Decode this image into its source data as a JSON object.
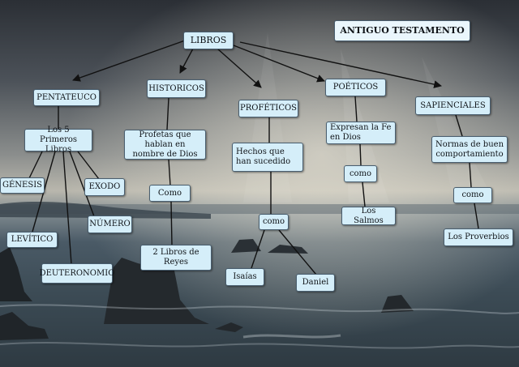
{
  "colors": {
    "node_fill": "#d5eef9",
    "node_border": "#4a5f70",
    "connector": "#111111"
  },
  "concept_map": {
    "title": "ANTIGUO TESTAMENTO",
    "root": "LIBROS",
    "pentateuco": {
      "label": "PENTATEUCO",
      "desc": "Los 5 Primeros Libros",
      "books": [
        "GÉNESIS",
        "LEVÍTICO",
        "DEUTERONOMIO",
        "NÚMERO",
        "EXODO"
      ]
    },
    "historicos": {
      "label": "HISTORICOS",
      "desc": "Profetas que hablan en nombre de Dios",
      "link": "Como",
      "example": "2 Libros de Reyes"
    },
    "profeticos": {
      "label": "PROFÉTICOS",
      "desc": "Hechos que han sucedido",
      "link": "como",
      "examples": [
        "Isaías",
        "Daniel"
      ]
    },
    "poeticos": {
      "label": "POÉTICOS",
      "desc": "Expresan la Fe en Dios",
      "link": "como",
      "example": "Los Salmos"
    },
    "sapienciales": {
      "label": "SAPIENCIALES",
      "desc": "Normas de buen comportamiento",
      "link": "como",
      "example": "Los Proverbios"
    }
  }
}
